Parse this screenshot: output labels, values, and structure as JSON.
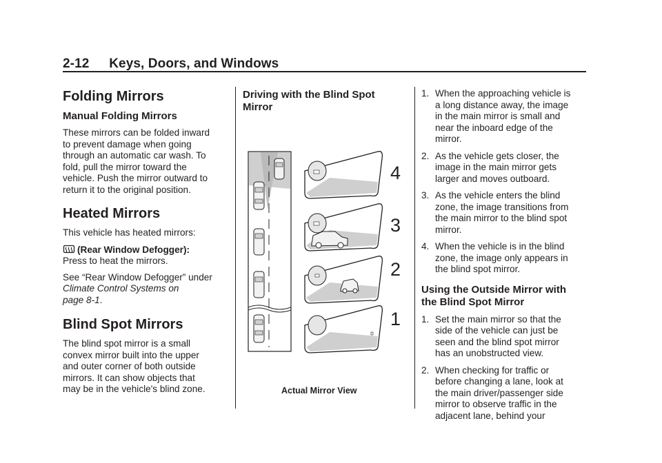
{
  "header": {
    "page": "2-12",
    "title": "Keys, Doors, and Windows"
  },
  "col1": {
    "folding_title": "Folding Mirrors",
    "manual_title": "Manual Folding Mirrors",
    "manual_body": [
      "These mirrors can be folded inward",
      "to prevent damage when going",
      "through an automatic car wash. To",
      "fold, pull the mirror toward the",
      "vehicle. Push the mirror outward to",
      "return it to the original position."
    ],
    "heated_title": "Heated Mirrors",
    "heated_body": "This vehicle has heated mirrors:",
    "defog_label": "(Rear Window Defogger):",
    "defog_body": "Press to heat the mirrors.",
    "see_line": "See “Rear Window Defogger” under",
    "see_ref1": "Climate Control Systems on",
    "see_ref2": "page 8-1",
    "see_end": ".",
    "bsm_title": "Blind Spot Mirrors",
    "bsm_body": [
      "The blind spot mirror is a small",
      "convex mirror built into the upper",
      "and outer corner of both outside",
      "mirrors. It can show objects that",
      "may be in the vehicle's blind zone."
    ]
  },
  "col2": {
    "title_l1": "Driving with the Blind Spot",
    "title_l2": "Mirror",
    "figure_numbers": [
      "4",
      "3",
      "2",
      "1"
    ],
    "caption": "Actual Mirror View"
  },
  "col3": {
    "list1": [
      {
        "num": "1.",
        "lines": [
          "When the approaching vehicle is",
          "a long distance away, the image",
          "in the main mirror is small and",
          "near the inboard edge of the",
          "mirror."
        ]
      },
      {
        "num": "2.",
        "lines": [
          "As the vehicle gets closer, the",
          "image in the main mirror gets",
          "larger and moves outboard."
        ]
      },
      {
        "num": "3.",
        "lines": [
          "As the vehicle enters the blind",
          "zone, the image transitions from",
          "the main mirror to the blind spot",
          "mirror."
        ]
      },
      {
        "num": "4.",
        "lines": [
          "When the vehicle is in the blind",
          "zone, the image only appears in",
          "the blind spot mirror."
        ]
      }
    ],
    "using_l1": "Using the Outside Mirror with",
    "using_l2": "the Blind Spot Mirror",
    "list2": [
      {
        "num": "1.",
        "lines": [
          "Set the main mirror so that the",
          "side of the vehicle can just be",
          "seen and the blind spot mirror",
          "has an unobstructed view."
        ]
      },
      {
        "num": "2.",
        "lines": [
          "When checking for traffic or",
          "before changing a lane, look at",
          "the main driver/passenger side",
          "mirror to observe traffic in the",
          "adjacent lane, behind your"
        ]
      }
    ]
  }
}
